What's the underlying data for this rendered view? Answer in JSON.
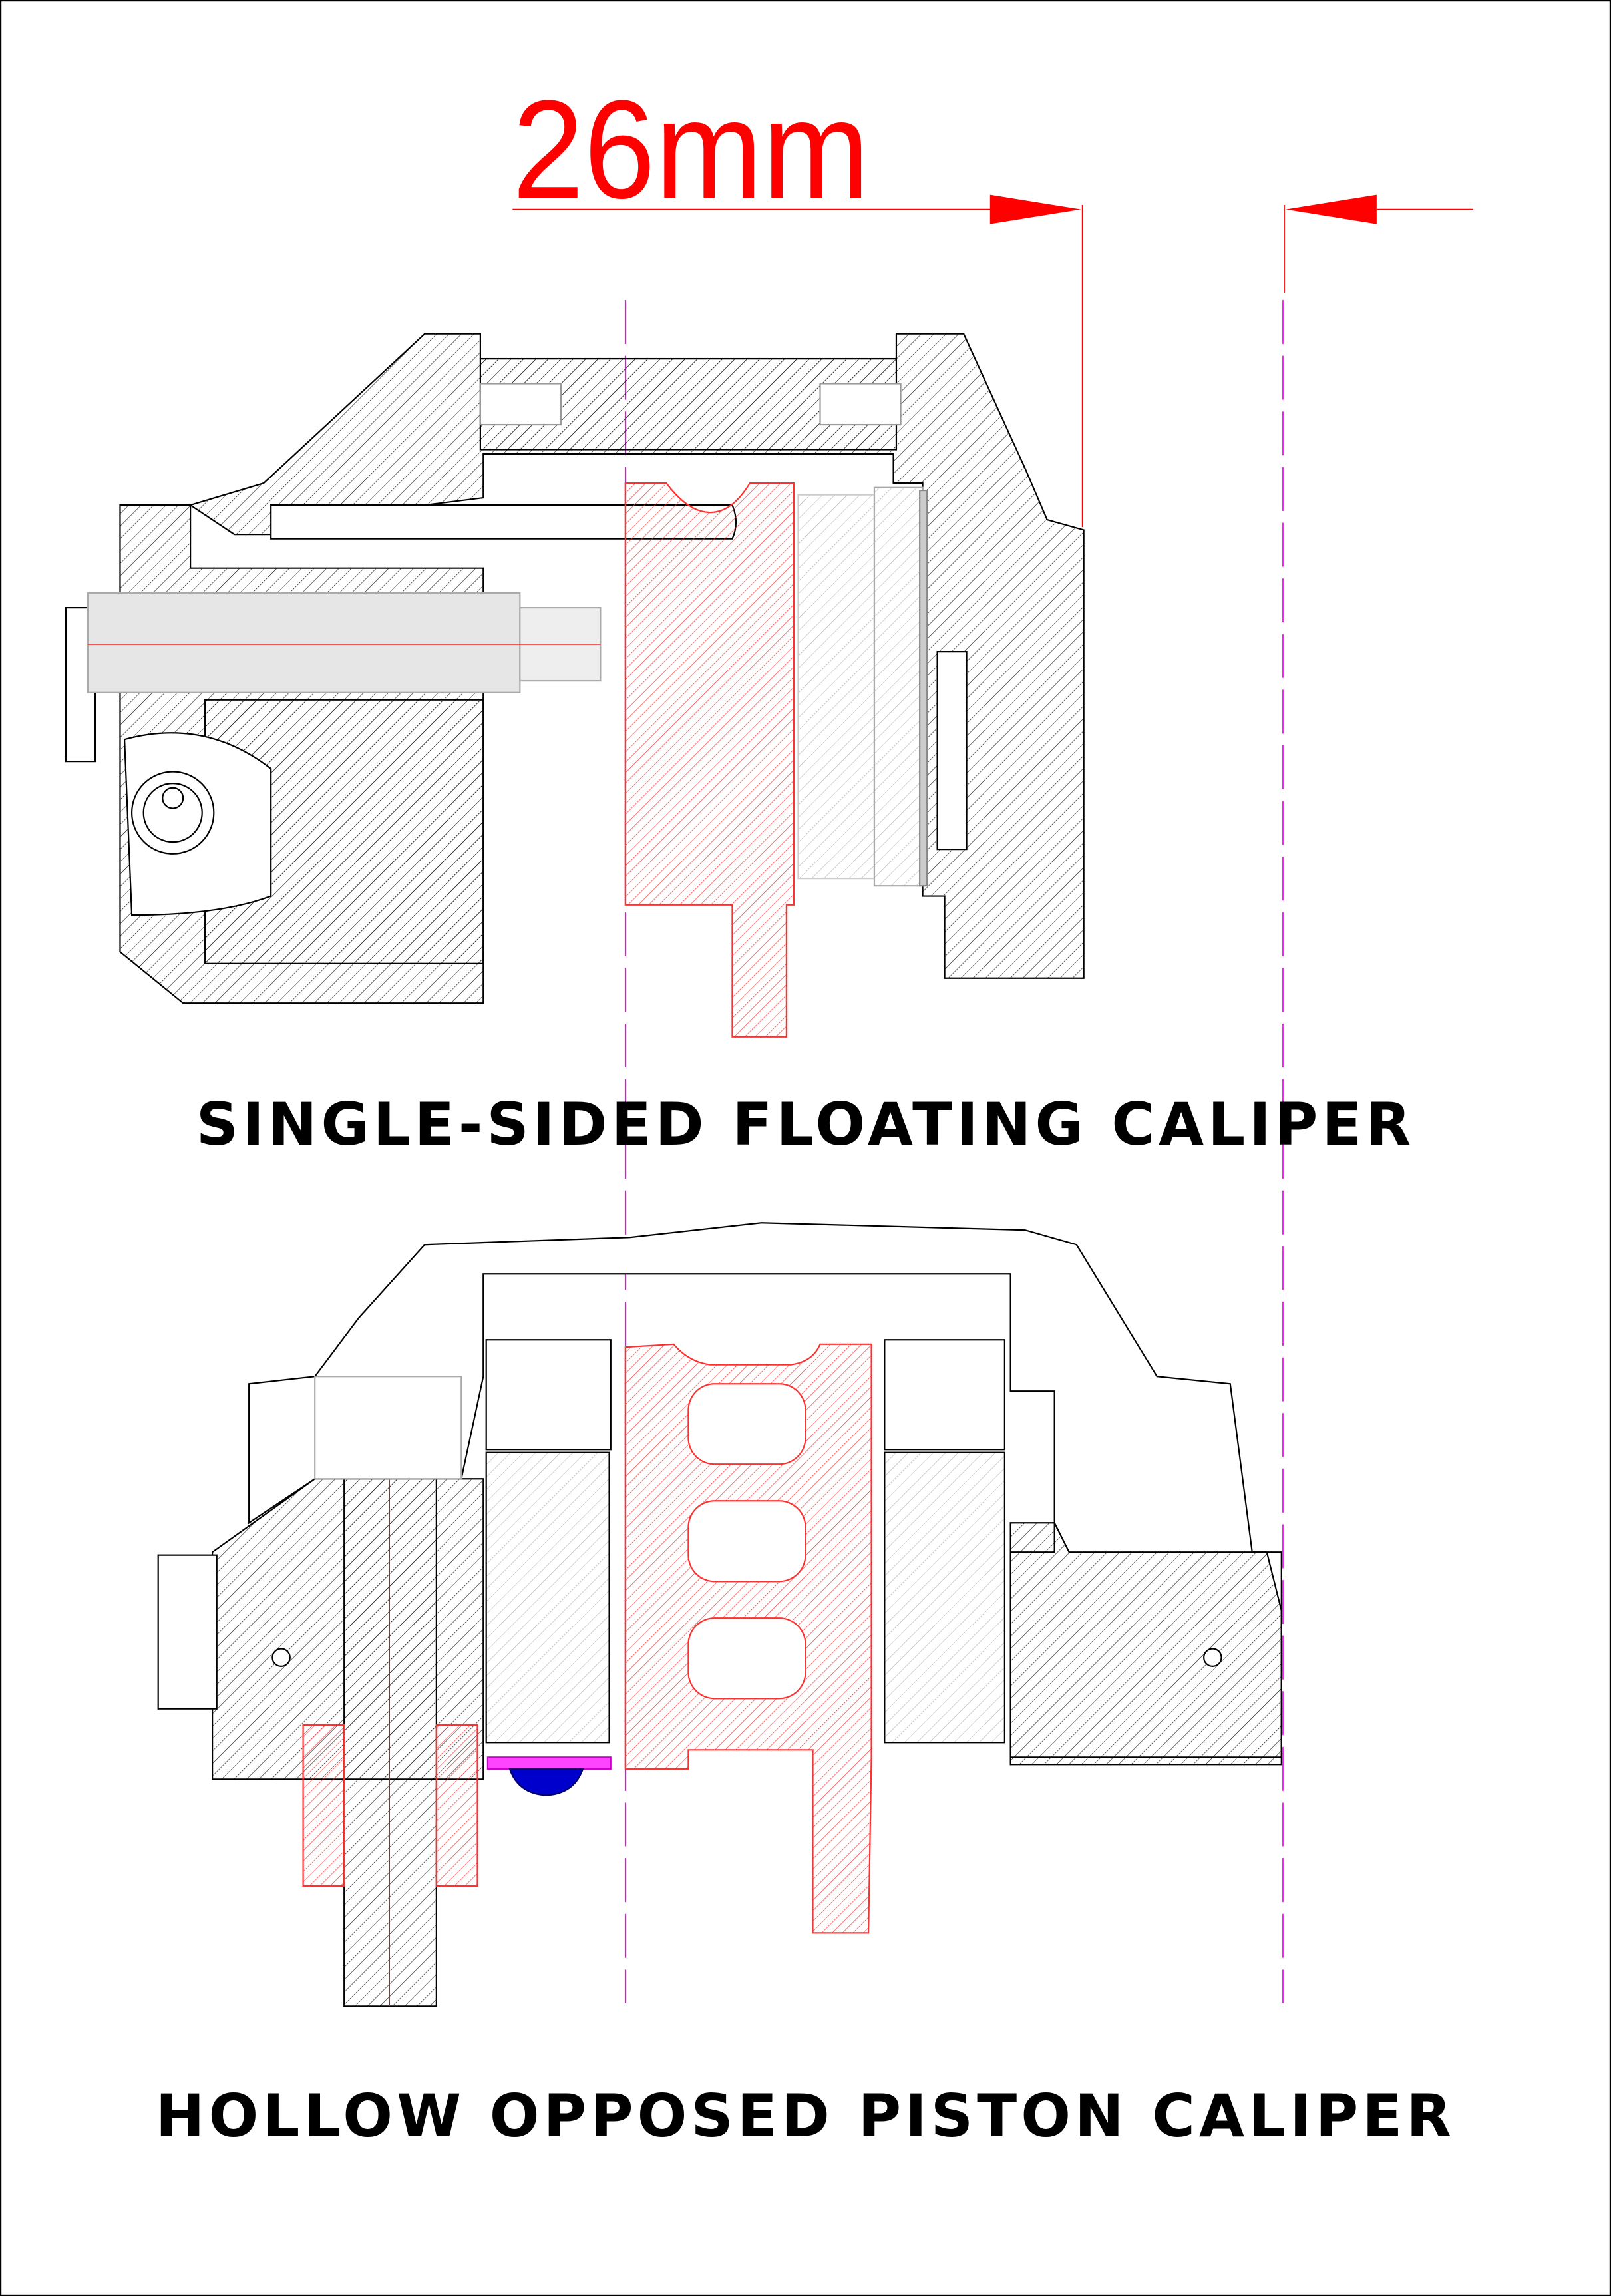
{
  "dimension": {
    "label": "26mm",
    "color": "#ff0000"
  },
  "captions": {
    "top": "SINGLE-SIDED FLOATING CALIPER",
    "bottom": "HOLLOW OPPOSED PISTON CALIPER"
  },
  "colors": {
    "rotor": "#ff0000",
    "centerline": "#ff00ff",
    "piston_seal": "#0000cc",
    "outline": "#000000"
  }
}
